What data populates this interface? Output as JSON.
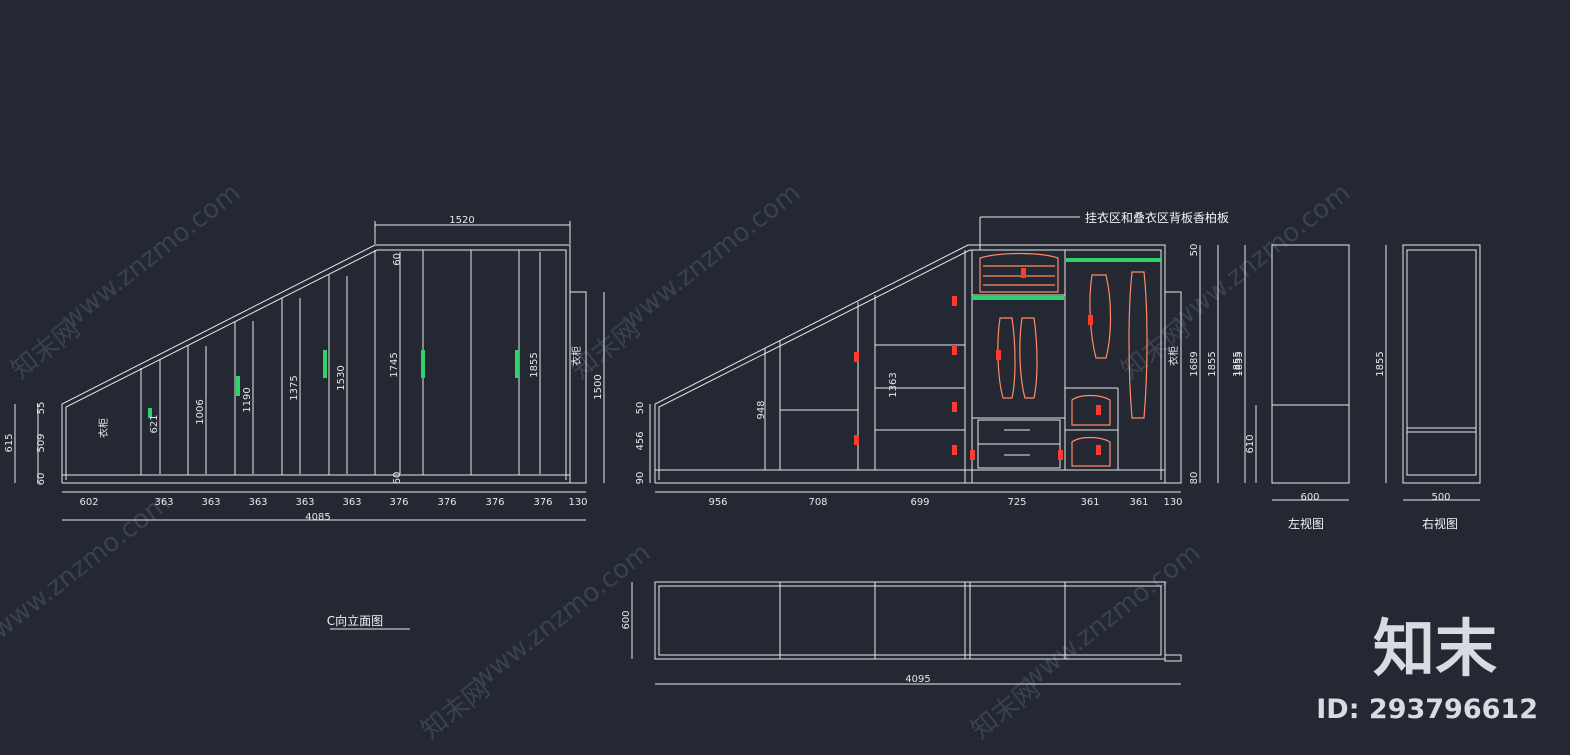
{
  "colors": {
    "background": "#232833",
    "line": "#e8e8e8",
    "accent_red": "#ff3b2f",
    "accent_green": "#2fd36b",
    "clothes": "#ff8a65"
  },
  "left_elevation": {
    "title": "C向立面图",
    "top_dim": "1520",
    "total_width": "4085",
    "bottom_dims": [
      "602",
      "363",
      "363",
      "363",
      "363",
      "363",
      "376",
      "376",
      "376",
      "376",
      "130"
    ],
    "left_heights": [
      "55",
      "509",
      "615",
      "60"
    ],
    "right_height": "1500",
    "slot_heights": [
      "621",
      "1006",
      "1190",
      "1375",
      "1530",
      "1745",
      "1855"
    ],
    "top_gap": "60",
    "bottom_gap": "60",
    "notes": [
      "衣柜",
      "衣柜"
    ]
  },
  "center_elevation": {
    "callout": "挂衣区和叠衣区背板香柏板",
    "bottom_dims": [
      "956",
      "708",
      "699",
      "725",
      "361",
      "361",
      "130"
    ],
    "left_heights": [
      "50",
      "456",
      "90"
    ],
    "right_heights": [
      "50",
      "1689",
      "1855",
      "1855",
      "80"
    ],
    "inner_heights": [
      "948",
      "1363"
    ],
    "note": "衣柜"
  },
  "side_views": {
    "left": {
      "label": "左视图",
      "width": "600",
      "height": "1855",
      "lower": "610"
    },
    "right": {
      "label": "右视图",
      "width": "500",
      "height": "1855"
    }
  },
  "plan": {
    "depth": "600",
    "width": "4095"
  },
  "watermark": {
    "logo": "知末",
    "id": "ID: 293796612",
    "site": "www.znzmo.com",
    "cn": "知末网"
  }
}
